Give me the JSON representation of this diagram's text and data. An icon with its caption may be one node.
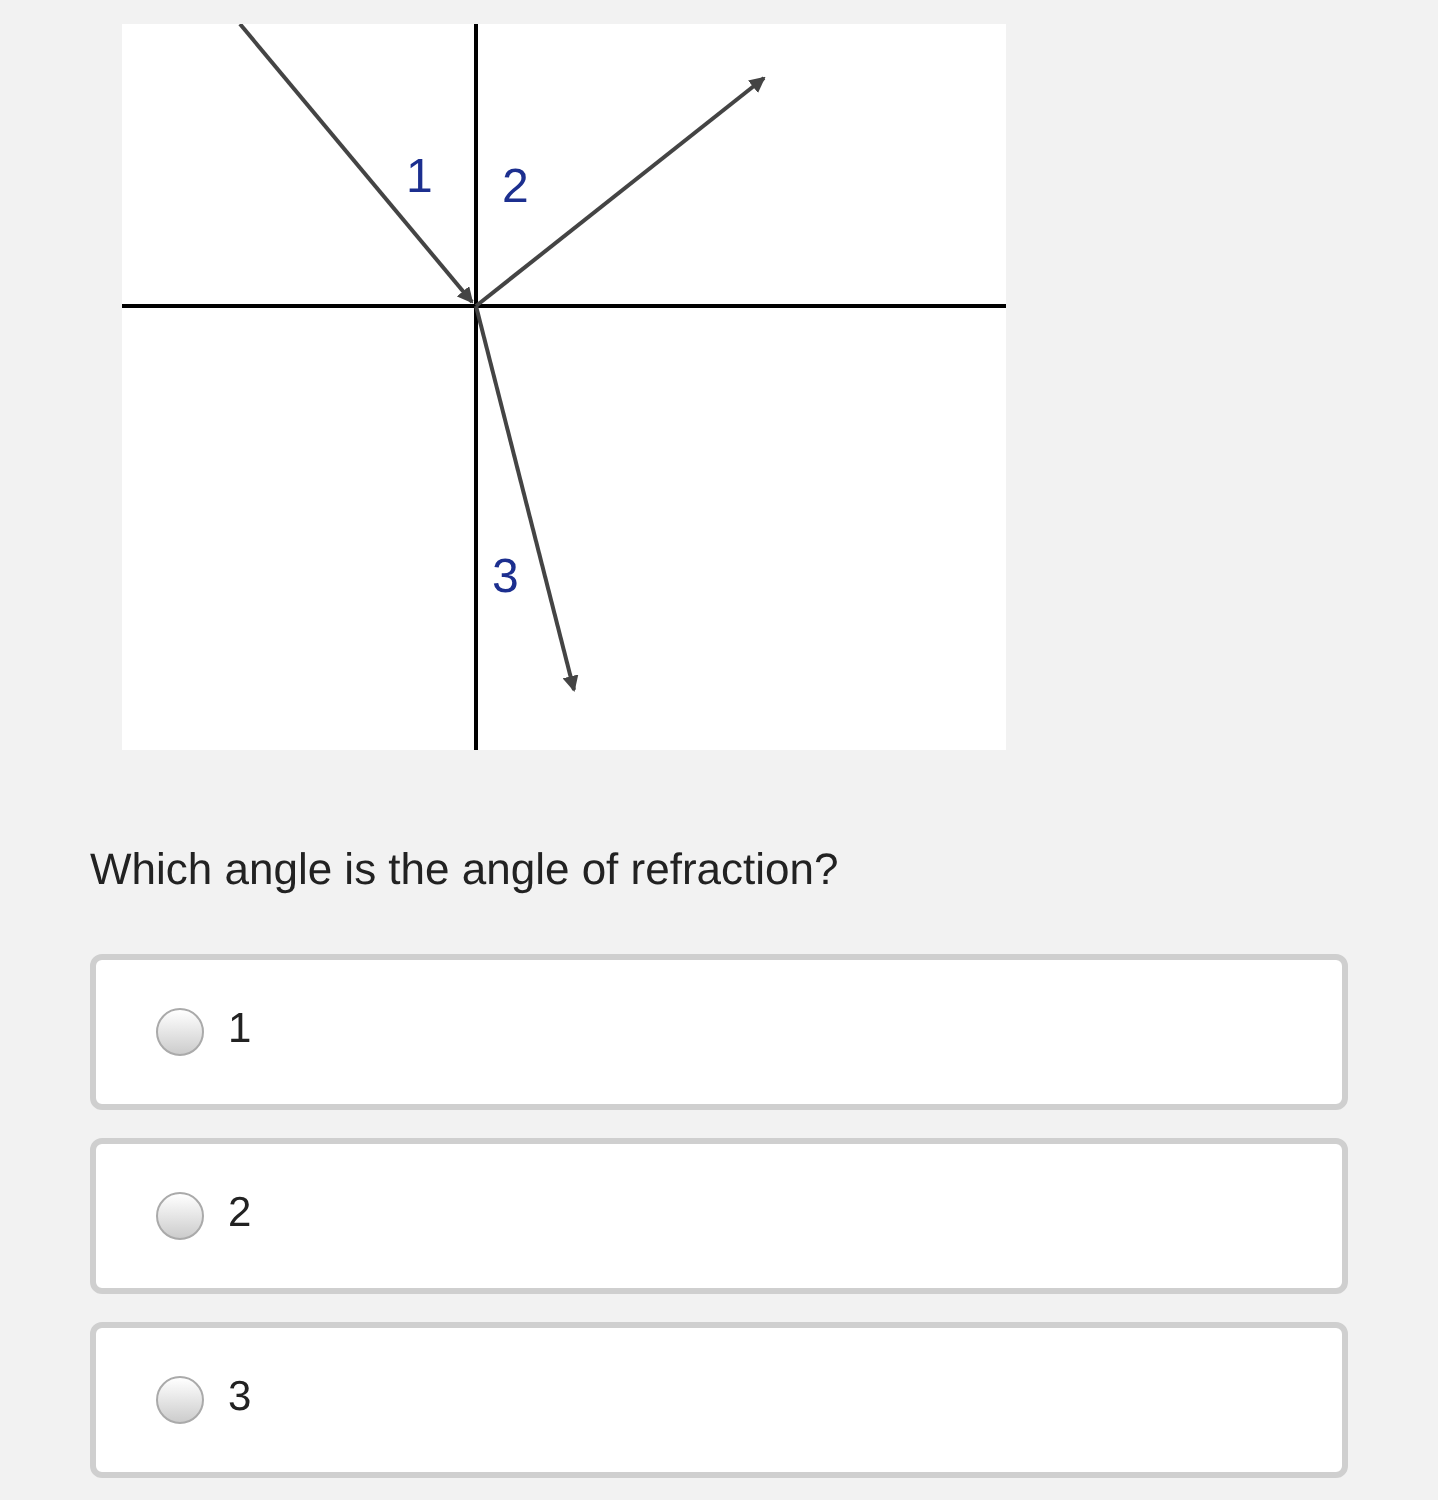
{
  "diagram": {
    "labels": [
      "1",
      "2",
      "3",
      "Which angle is the angle of refraction?",
      "1",
      "2",
      "3"
    ]
  }
}
